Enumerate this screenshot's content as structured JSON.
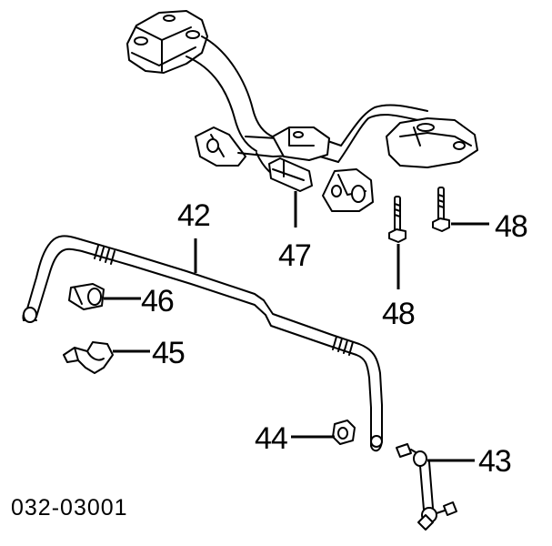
{
  "diagram": {
    "code": "032-03001",
    "labels": {
      "p42": "42",
      "p43": "43",
      "p44": "44",
      "p45": "45",
      "p46": "46",
      "p47": "47",
      "p48_right": "48",
      "p48_bottom": "48"
    }
  }
}
